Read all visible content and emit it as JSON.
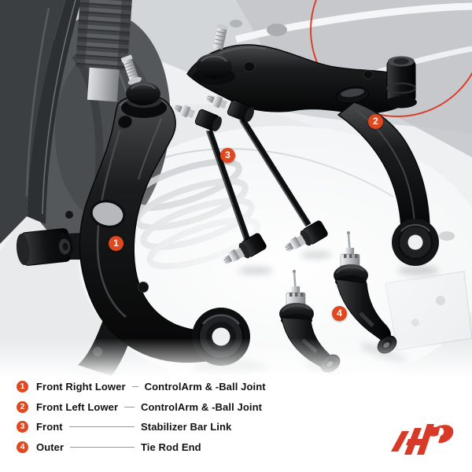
{
  "callouts": [
    {
      "number": "1"
    },
    {
      "number": "2"
    },
    {
      "number": "3"
    },
    {
      "number": "4"
    }
  ],
  "legend": {
    "rows": [
      {
        "number": "1",
        "label": "Front Right Lower",
        "value": "ControlArm & -Ball Joint"
      },
      {
        "number": "2",
        "label": "Front Left Lower",
        "value": "ControlArm & -Ball Joint"
      },
      {
        "number": "3",
        "label": "Front",
        "value": "Stabilizer Bar Link"
      },
      {
        "number": "4",
        "label": "Outer",
        "value": "Tie Rod End"
      }
    ]
  },
  "colors": {
    "badge": "#e0481f",
    "highlight_circle": "#d8402b",
    "logo": "#d73a26"
  }
}
